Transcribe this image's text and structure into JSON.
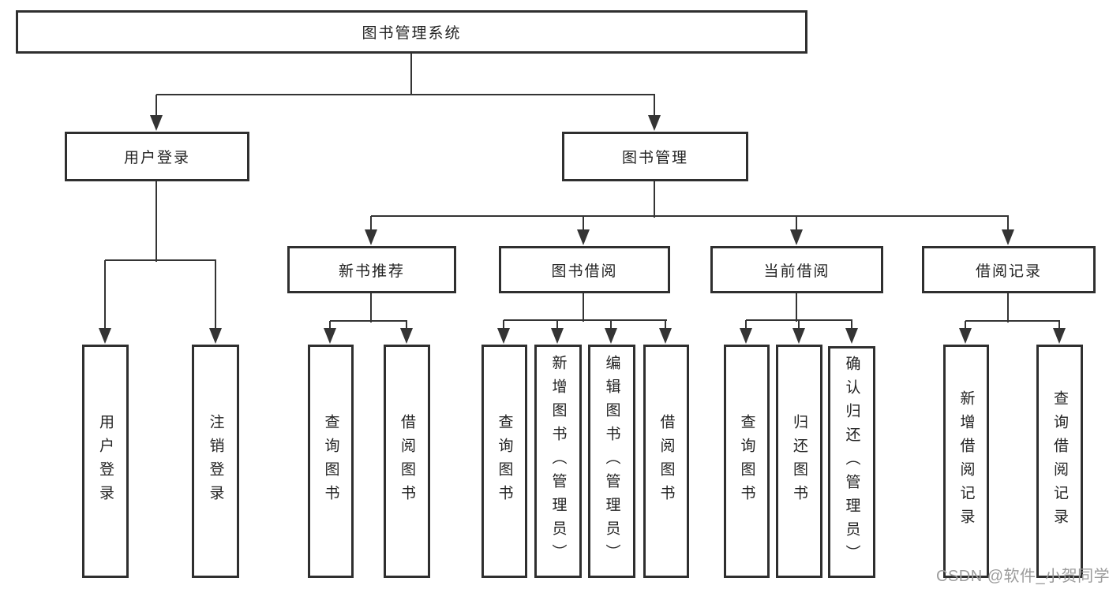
{
  "diagram_title": "图书管理系统",
  "nodes": {
    "root": "图书管理系统",
    "l2": [
      "用户登录",
      "图书管理"
    ],
    "l3": [
      "新书推荐",
      "图书借阅",
      "当前借阅",
      "借阅记录"
    ],
    "leaves_login": [
      "用户登录",
      "注销登录"
    ],
    "leaves_newbook": [
      "查询图书",
      "借阅图书"
    ],
    "leaves_borrow": [
      "查询图书",
      "新增图书（管理员）",
      "编辑图书（管理员）",
      "借阅图书"
    ],
    "leaves_current": [
      "查询图书",
      "归还图书",
      "确认归还（管理员）"
    ],
    "leaves_records": [
      "新增借阅记录",
      "查询借阅记录"
    ]
  },
  "watermark": "CSDN @软件_小贺同学",
  "colors": {
    "line": "#343434",
    "box_border": "#2f2f2f",
    "text": "#232323",
    "watermark": "#9c9c9c",
    "background": "#ffffff"
  }
}
